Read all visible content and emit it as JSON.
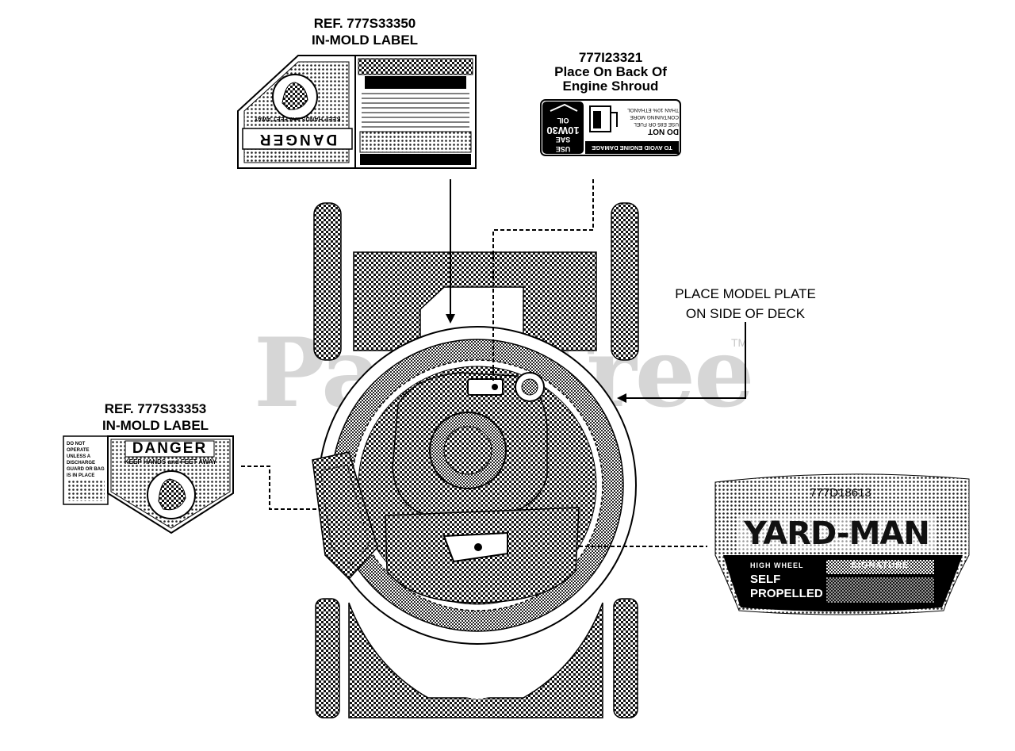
{
  "watermark": {
    "text": "PartsTree",
    "tm": "TM"
  },
  "callouts": {
    "label_top": {
      "ref": "REF. 777S33350",
      "type": "IN-MOLD LABEL"
    },
    "label_left": {
      "ref": "REF. 777S33353",
      "type": "IN-MOLD LABEL"
    },
    "engine_shroud": {
      "part": "777I23321",
      "line1": "Place On Back Of",
      "line2": "Engine Shroud"
    },
    "model_plate": {
      "line1": "PLACE MODEL PLATE",
      "line2": "ON SIDE OF DECK"
    },
    "brand_plate": {
      "part": "777D18613"
    }
  },
  "decal_top": {
    "danger": "DANGER",
    "warning": "KEEP HANDS and FEET AWAY"
  },
  "decal_left": {
    "danger": "DANGER",
    "warning": "KEEP HANDS and FEET AWAY",
    "side_text": "DO NOT OPERATE UNLESS A DISCHARGE GUARD OR BAG IS IN PLACE"
  },
  "decal_fuel": {
    "use_line1": "USE",
    "use_line2": "SAE",
    "oil_grade": "10W30",
    "oil_word": "OIL",
    "caution": "TO AVOID ENGINE DAMAGE",
    "do_not": "DO NOT",
    "fuel_text": "USE E85 OR FUEL CONTAINING MORE THAN 10% ETHANOL"
  },
  "brand_decal": {
    "brand": "YARD-MAN",
    "line_a": "HIGH WHEEL",
    "line_b": "SELF",
    "line_c": "PROPELLED",
    "series": "SIGNATURE"
  }
}
